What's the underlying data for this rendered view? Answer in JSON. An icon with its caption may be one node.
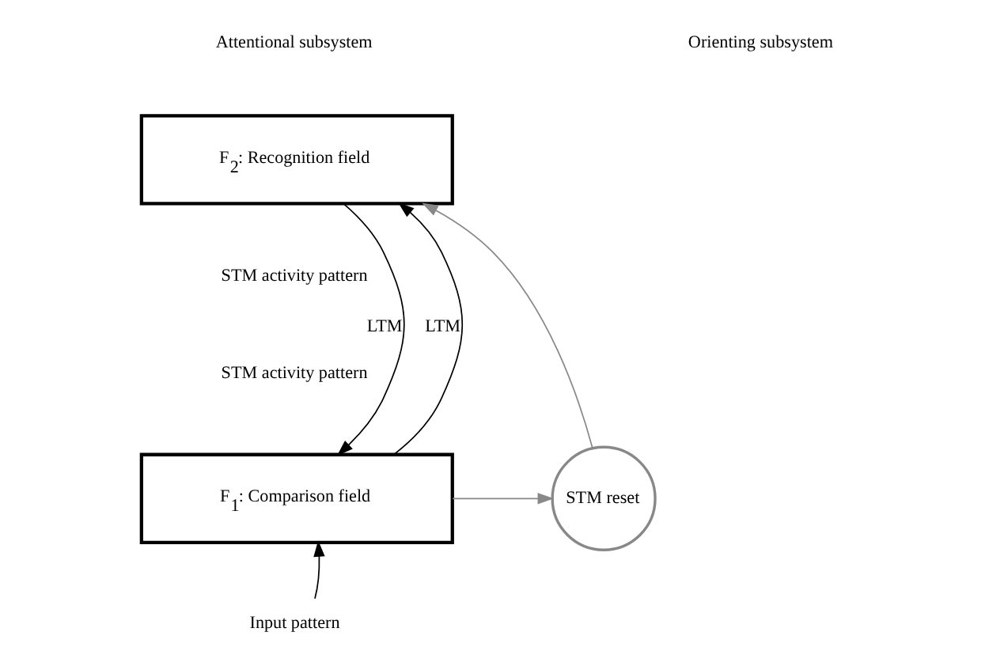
{
  "diagram": {
    "nodes": [
      {
        "text": [
          "F$_{2}$: Recognition field"
        ]
      },
      {
        "text": [
          "F$_{1}$: Comparison field"
        ]
      },
      {
        "text": [
          "STM reset"
        ]
      },
      {
        "text": [
          "Input pattern"
        ]
      }
    ],
    "edges": [
      {
        "from": 0,
        "to": 1,
        "arrow": "to",
        "label": "LTM"
      },
      {
        "from": 1,
        "to": 0,
        "arrow": "to",
        "label": "LTM"
      },
      {
        "from": 1,
        "to": 2,
        "arrow": "to",
        "color": "#888888"
      },
      {
        "from": 2,
        "to": 0,
        "arrow": "to",
        "color": "#888888"
      },
      {
        "from": 3,
        "to": 1,
        "arrow": "to"
      }
    ],
    "labels": [
      "Attentional subsystem",
      "Orienting subsystem",
      "STM activity pattern",
      "STM activity pattern"
    ]
  }
}
